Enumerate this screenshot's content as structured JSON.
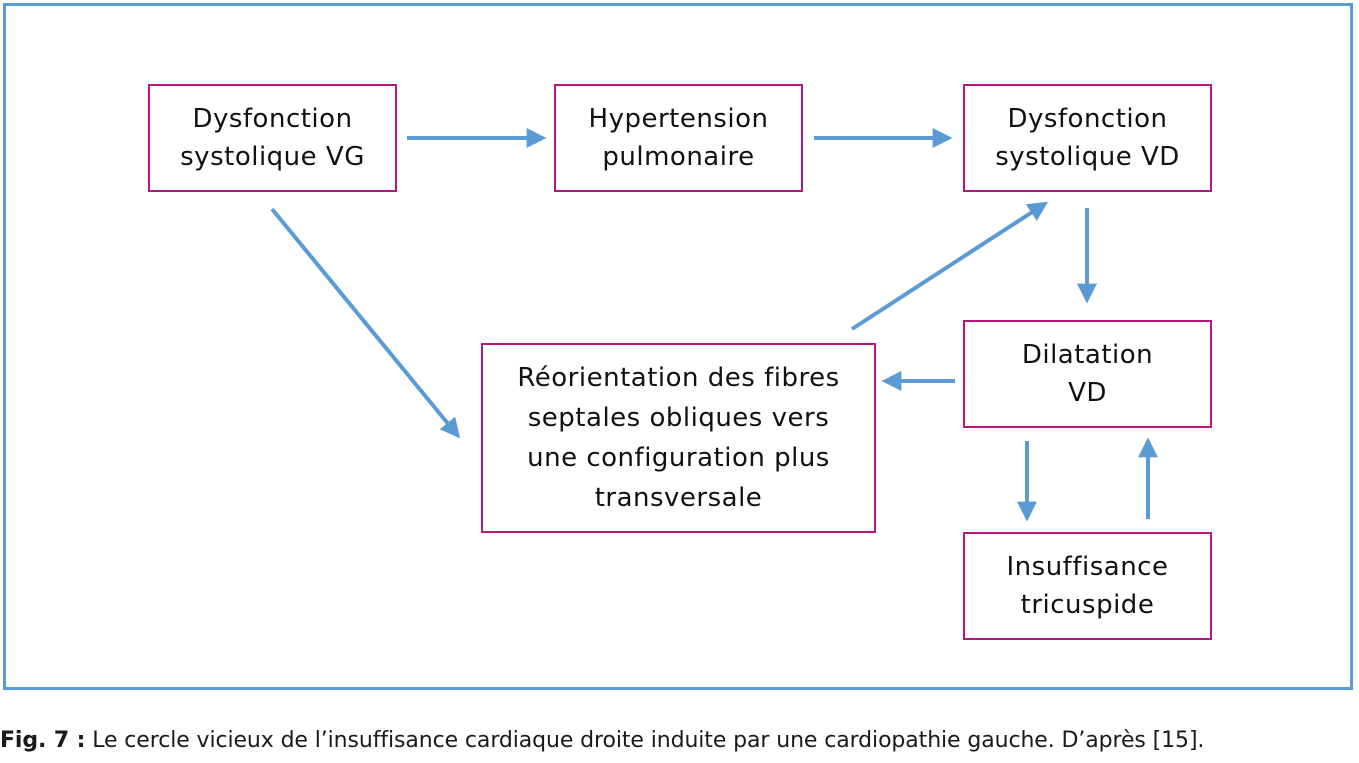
{
  "diagram": {
    "nodes": {
      "dysfonction_vg": {
        "label": "Dysfonction\nsystolique VG"
      },
      "hypertension": {
        "label": "Hypertension\npulmonaire"
      },
      "dysfonction_vd": {
        "label": "Dysfonction\nsystolique VD"
      },
      "dilatation": {
        "label": "Dilatation\nVD"
      },
      "reorientation": {
        "label": "Réorientation des fibres\nseptales obliques vers\nune configuration plus\ntransversale"
      },
      "insuffisance": {
        "label": "Insuffisance\ntricuspide"
      }
    },
    "edges": [
      {
        "from": "dysfonction_vg",
        "to": "hypertension"
      },
      {
        "from": "hypertension",
        "to": "dysfonction_vd"
      },
      {
        "from": "dysfonction_vd",
        "to": "dilatation"
      },
      {
        "from": "dilatation",
        "to": "reorientation"
      },
      {
        "from": "reorientation",
        "to": "dysfonction_vd"
      },
      {
        "from": "dysfonction_vg",
        "to": "reorientation"
      },
      {
        "from": "dilatation",
        "to": "insuffisance"
      },
      {
        "from": "insuffisance",
        "to": "dilatation"
      }
    ],
    "colors": {
      "frame": "#5b9bd5",
      "arrow": "#5b9bd5",
      "node_border": "#b5177a"
    }
  },
  "caption": {
    "label": "Fig. 7 :",
    "text": " Le cercle vicieux de l’insuffisance cardiaque droite induite par une cardiopathie gauche. D’après [15]."
  }
}
